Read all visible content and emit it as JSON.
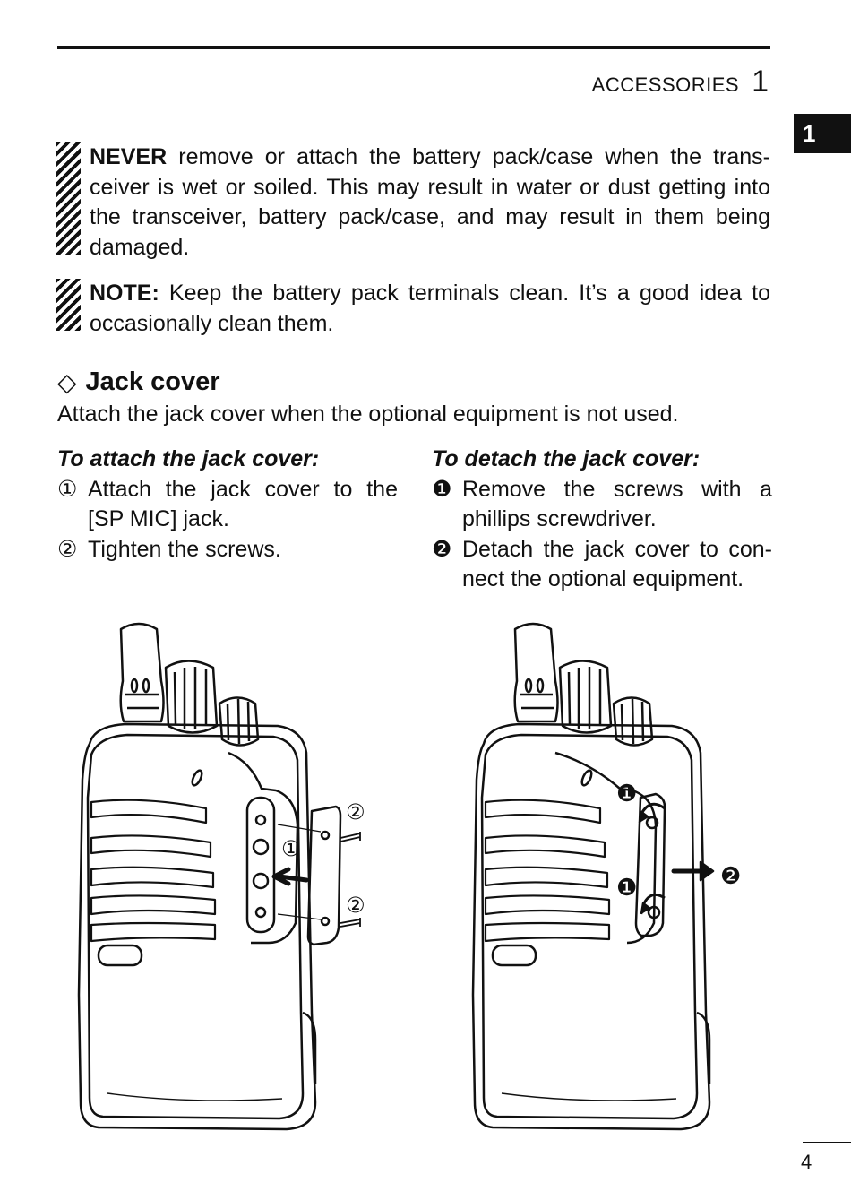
{
  "header": {
    "section": "ACCESSORIES",
    "chapter": "1"
  },
  "side_tab": "1",
  "warning": {
    "lead": "NEVER",
    "text": " remove or attach the battery pack/case when the trans-ceiver is wet or soiled. This may result in water or dust getting into the transceiver, battery pack/case, and may result in them being damaged."
  },
  "note": {
    "lead": "NOTE:",
    "text": " Keep the battery pack terminals clean. It’s a good idea to occasionally clean them."
  },
  "section": {
    "marker": "◇",
    "title": "Jack cover",
    "intro": "Attach the jack cover when the optional equipment is not used."
  },
  "attach": {
    "heading": "To attach the jack cover:",
    "steps": [
      {
        "marker": "①",
        "text": "Attach the jack cover to the [SP MIC] jack."
      },
      {
        "marker": "②",
        "text": "Tighten the screws."
      }
    ]
  },
  "detach": {
    "heading": "To detach the jack cover:",
    "steps": [
      {
        "marker": "❶",
        "text": "Remove the screws with a phillips screwdriver."
      },
      {
        "marker": "❷",
        "text": "Detach the jack cover to con-nect the optional equipment."
      }
    ]
  },
  "figure_labels": {
    "left_1": "①",
    "left_2a": "②",
    "left_2b": "②",
    "right_1a": "❶",
    "right_1b": "❶",
    "right_2": "❷"
  },
  "page_number": "4"
}
